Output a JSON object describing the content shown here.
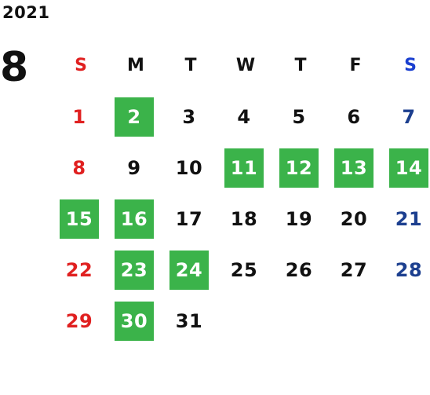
{
  "calendar": {
    "year": "2021",
    "month": "8",
    "weekdays": [
      "S",
      "M",
      "T",
      "W",
      "T",
      "F",
      "S"
    ],
    "start_weekday_index": 0,
    "days_in_month": 31,
    "highlighted_days": [
      2,
      11,
      12,
      13,
      14,
      15,
      16,
      23,
      24,
      30
    ],
    "colors": {
      "sunday": "#e02020",
      "saturday_header": "#1a3fd0",
      "saturday_day": "#1c3f8f",
      "weekday": "#111111",
      "highlight_bg": "#3bb34a",
      "highlight_text": "#ffffff"
    }
  }
}
